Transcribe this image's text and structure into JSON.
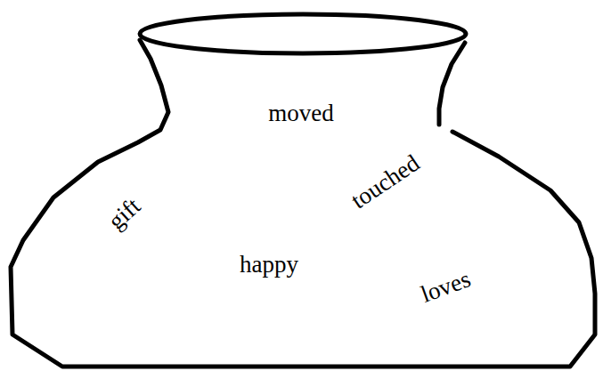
{
  "diagram": {
    "nodes": [
      {
        "text": [
          "moved",
          "touched",
          "gift",
          "happy",
          "loves"
        ]
      }
    ]
  }
}
